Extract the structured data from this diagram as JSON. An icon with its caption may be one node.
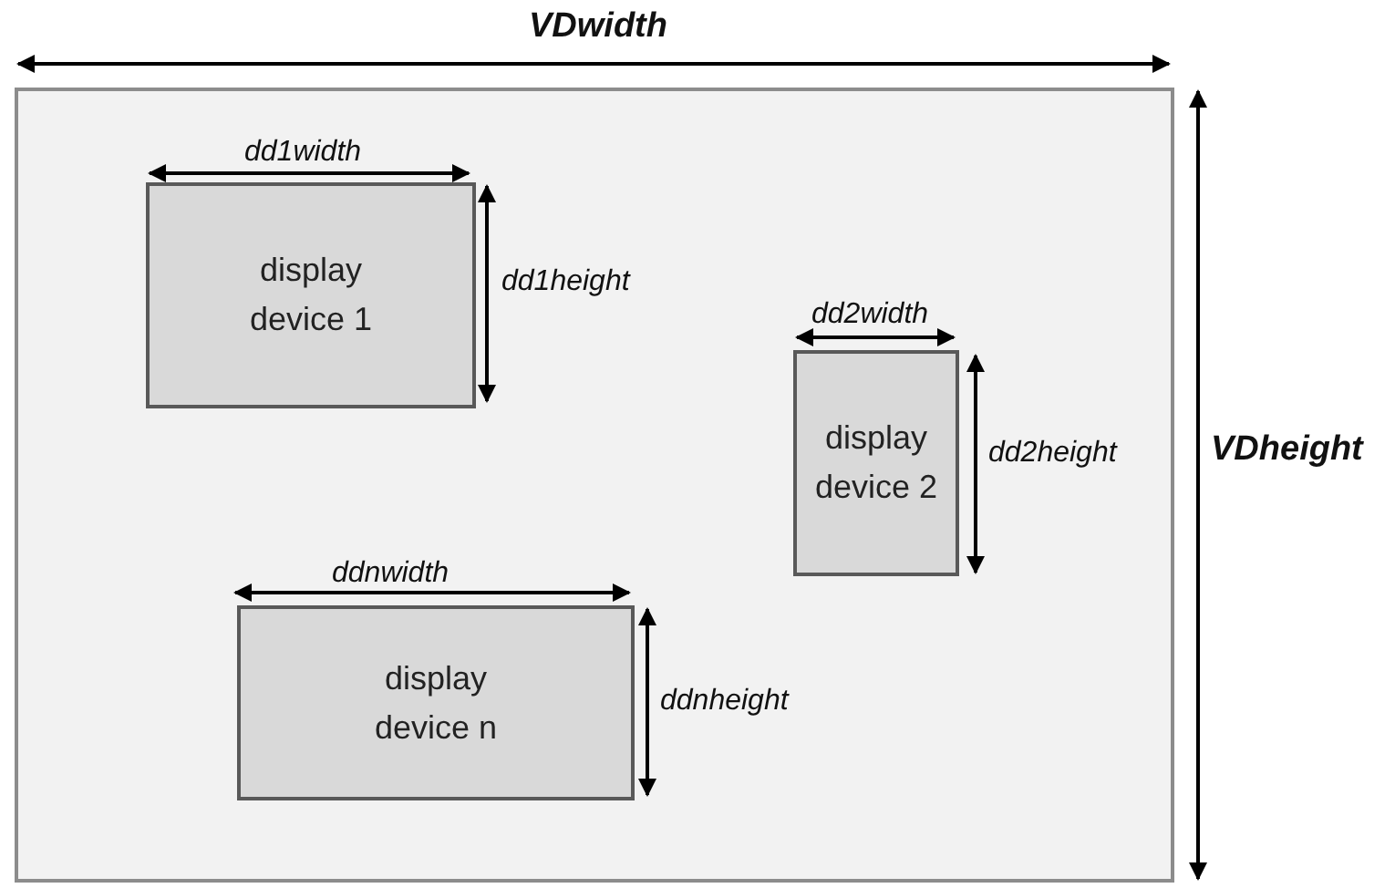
{
  "diagram": {
    "nodes": [
      {
        "text": [],
        "shape": "box"
      },
      {
        "text": [
          "display device 1"
        ],
        "in": 0
      },
      {
        "text": [
          "display device 2"
        ],
        "in": 0
      },
      {
        "text": [
          "display device n"
        ],
        "in": 0
      }
    ],
    "labels": [
      "VDwidth",
      "dd1width",
      "dd1height",
      "dd2width",
      "VDheight",
      "dd2height",
      "ddnwidth",
      "ddnheight"
    ]
  }
}
